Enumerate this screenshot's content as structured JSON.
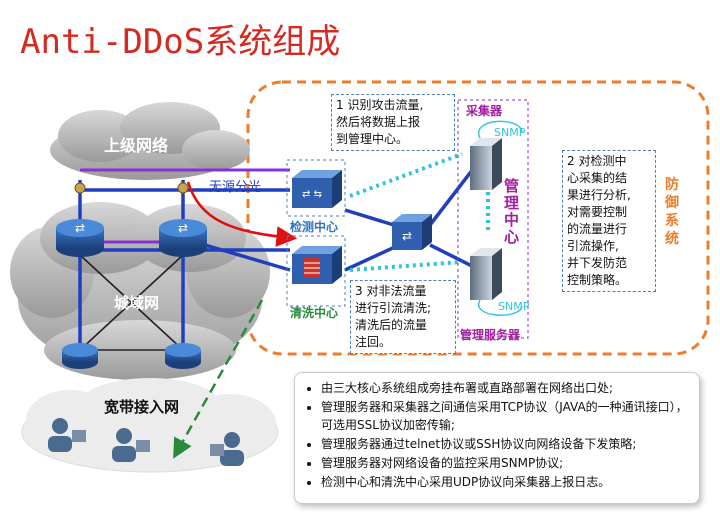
{
  "title": "Anti-DDoS系统组成",
  "clouds": {
    "upper": "上级网络",
    "metro": "城域网",
    "broadband": "宽带接入网"
  },
  "passive_split": "无源分光",
  "nodes": {
    "detection": "检测中心",
    "cleaning": "清洗中心",
    "collector": "采集器",
    "mgmt_vertical": "管理中心",
    "mgmt_server": "管理服务器",
    "snmp1": "SNMP",
    "snmp2": "SNMP"
  },
  "defense_system": "防御系统",
  "callouts": {
    "c1": "1 识别攻击流量,\n然后将数据上报\n到管理中心。",
    "c2": "2 对检测中\n心采集的结\n果进行分析,\n对需要控制\n的流量进行\n引流操作,\n并下发防范\n控制策略。",
    "c3": "3 对非法流量\n进行引流清洗;\n清洗后的流量\n注回。"
  },
  "bullets": [
    "由三大核心系统组成旁挂布署或直路部署在网络出口处;",
    "管理服务器和采集器之间通信采用TCP协议（JAVA的一种通讯接口），可选用SSL协议加密传输;",
    "管理服务器通过telnet协议或SSH协议向网络设备下发策略;",
    "管理服务器对网络设备的监控采用SNMP协议;",
    "检测中心和清洗中心采用UDP协议向采集器上报日志。"
  ],
  "colors": {
    "title": "#d42a1f",
    "defense_border": "#ee7d2a",
    "device_blue": "#2f74c0",
    "mgmt_purple": "#a020a0",
    "link_blue": "#1f3fbf"
  }
}
